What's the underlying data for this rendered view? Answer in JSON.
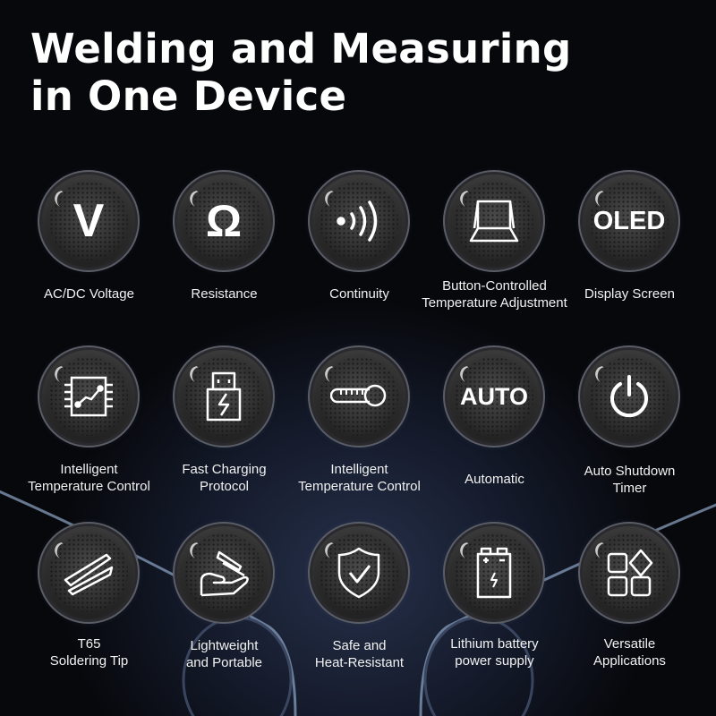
{
  "title": {
    "line1": "Welding and Measuring",
    "line2": "in One Device"
  },
  "features": [
    {
      "icon": "voltage-v-icon",
      "glyph": "V",
      "label": [
        "AC/DC Voltage"
      ]
    },
    {
      "icon": "ohm-icon",
      "glyph": "Ω",
      "label": [
        "Resistance"
      ]
    },
    {
      "icon": "continuity-sound-icon",
      "label": [
        "Continuity"
      ]
    },
    {
      "icon": "button-icon",
      "label": [
        "Button-Controlled",
        "Temperature Adjustment"
      ]
    },
    {
      "icon": "oled-icon",
      "glyph": "OLED",
      "label": [
        "Display Screen"
      ]
    },
    {
      "icon": "chip-temperature-icon",
      "label": [
        "Intelligent",
        "Temperature Control"
      ]
    },
    {
      "icon": "usb-charging-icon",
      "label": [
        "Fast Charging",
        "Protocol"
      ]
    },
    {
      "icon": "thermometer-icon",
      "label": [
        "Intelligent",
        "Temperature Control"
      ]
    },
    {
      "icon": "auto-icon",
      "glyph": "AUTO",
      "label": [
        "Automatic"
      ]
    },
    {
      "icon": "power-icon",
      "label": [
        "Auto Shutdown",
        "Timer"
      ]
    },
    {
      "icon": "soldering-tip-icon",
      "label": [
        "T65",
        "Soldering Tip"
      ]
    },
    {
      "icon": "hand-lightweight-icon",
      "label": [
        "Lightweight",
        "and Portable"
      ]
    },
    {
      "icon": "shield-check-icon",
      "label": [
        "Safe and",
        "Heat-Resistant"
      ]
    },
    {
      "icon": "battery-icon",
      "label": [
        "Lithium battery",
        "power supply"
      ]
    },
    {
      "icon": "apps-grid-icon",
      "label": [
        "Versatile",
        "Applications"
      ]
    }
  ]
}
